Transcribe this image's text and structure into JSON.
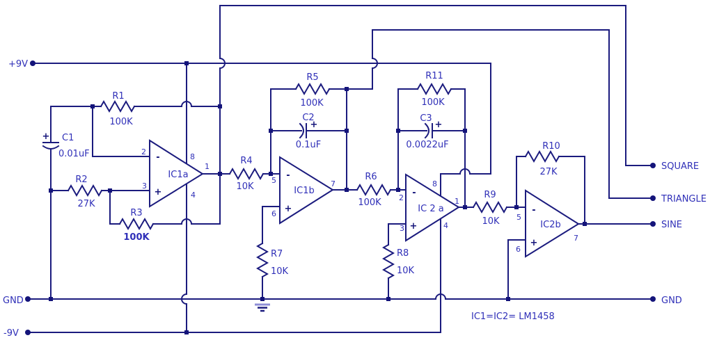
{
  "colors": {
    "wire": "#1b1b7e",
    "text": "#3030b8",
    "background": "#ffffff"
  },
  "symbols": {
    "plus": "+",
    "minus": "-"
  },
  "rails": {
    "p9": "+9V",
    "gnd_left": "GND",
    "m9": "-9V"
  },
  "outputs": {
    "square": "SQUARE",
    "triangle": "TRIANGLE",
    "sine": "SINE",
    "gnd": "GND"
  },
  "note": "IC1=IC2= LM1458",
  "components": {
    "R1": {
      "ref": "R1",
      "value": "100K"
    },
    "R2": {
      "ref": "R2",
      "value": "27K"
    },
    "R3": {
      "ref": "R3",
      "value": "100K"
    },
    "R4": {
      "ref": "R4",
      "value": "10K"
    },
    "R5": {
      "ref": "R5",
      "value": "100K"
    },
    "R6": {
      "ref": "R6",
      "value": "100K"
    },
    "R7": {
      "ref": "R7",
      "value": "10K"
    },
    "R8": {
      "ref": "R8",
      "value": "10K"
    },
    "R9": {
      "ref": "R9",
      "value": "10K"
    },
    "R10": {
      "ref": "R10",
      "value": "27K"
    },
    "R11": {
      "ref": "R11",
      "value": "100K"
    },
    "C1": {
      "ref": "C1",
      "value": "0.01uF"
    },
    "C2": {
      "ref": "C2",
      "value": "0.1uF"
    },
    "C3": {
      "ref": "C3",
      "value": "0.0022uF"
    }
  },
  "opamps": {
    "IC1a": {
      "ref": "IC1a",
      "pin_inv": "2",
      "pin_noninv": "3",
      "pin_out": "1",
      "pin_vcc": "8",
      "pin_vee": "4"
    },
    "IC1b": {
      "ref": "IC1b",
      "pin_inv": "5",
      "pin_noninv": "6",
      "pin_out": "7"
    },
    "IC2a": {
      "ref": "IC 2 a",
      "pin_inv": "2",
      "pin_noninv": "3",
      "pin_out": "1",
      "pin_vcc": "8",
      "pin_vee": "4"
    },
    "IC2b": {
      "ref": "IC2b",
      "pin_inv": "5",
      "pin_noninv": "6",
      "pin_out": "7"
    }
  }
}
